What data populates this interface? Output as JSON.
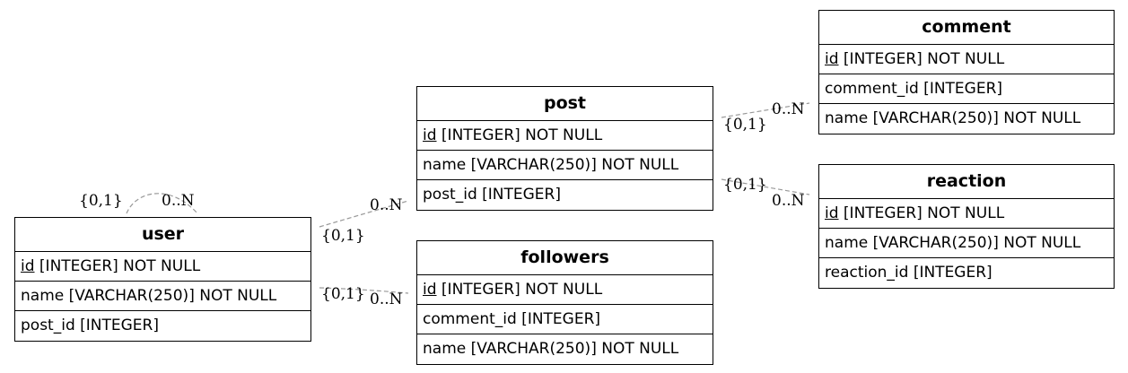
{
  "entities": {
    "user": {
      "title": "user",
      "pk": "id",
      "rows": [
        "[INTEGER] NOT NULL",
        "name [VARCHAR(250)] NOT NULL",
        "post_id [INTEGER]"
      ]
    },
    "post": {
      "title": "post",
      "pk": "id",
      "rows": [
        "[INTEGER] NOT NULL",
        "name [VARCHAR(250)] NOT NULL",
        "post_id [INTEGER]"
      ]
    },
    "followers": {
      "title": "followers",
      "pk": "id",
      "rows": [
        "[INTEGER] NOT NULL",
        "comment_id [INTEGER]",
        "name [VARCHAR(250)] NOT NULL"
      ]
    },
    "comment": {
      "title": "comment",
      "pk": "id",
      "rows": [
        "[INTEGER] NOT NULL",
        "comment_id [INTEGER]",
        "name [VARCHAR(250)] NOT NULL"
      ]
    },
    "reaction": {
      "title": "reaction",
      "pk": "id",
      "rows": [
        "[INTEGER] NOT NULL",
        "name [VARCHAR(250)] NOT NULL",
        "reaction_id [INTEGER]"
      ]
    }
  },
  "relationships": {
    "user_self": {
      "from": "{0,1}",
      "to": "0..N"
    },
    "user_post": {
      "from": "{0,1}",
      "to": "0..N"
    },
    "user_followers": {
      "from": "{0,1}",
      "to": "0..N"
    },
    "post_comment": {
      "from": "{0,1}",
      "to": "0..N"
    },
    "post_reaction": {
      "from": "{0,1}",
      "to": "0..N"
    }
  },
  "colors": {
    "edge": "#999999",
    "border": "#000000",
    "text": "#000000"
  }
}
